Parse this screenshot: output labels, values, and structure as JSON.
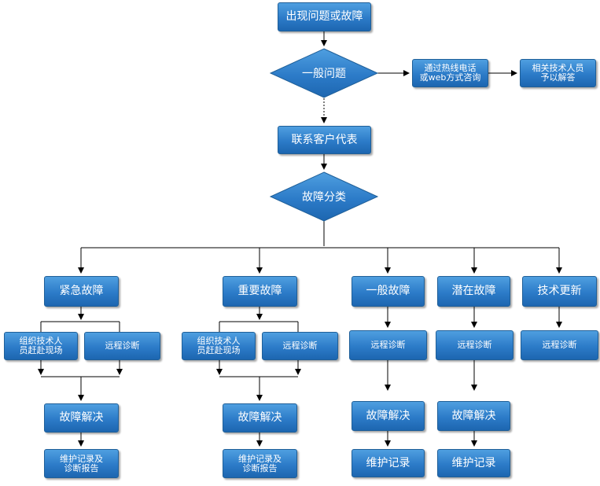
{
  "nodes": {
    "start": "出现问题或故障",
    "general_question": "一般问题",
    "hotline_web": "通过热线电话\n或web方式咨询",
    "tech_staff_answer": "相关技术人员\n予以解答",
    "contact_rep": "联系客户代表",
    "fault_classify": "故障分类"
  },
  "categories": [
    {
      "label": "紧急故障",
      "onsite": "组织技术人\n员赶赴现场",
      "remote": "远程诊断",
      "resolve": "故障解决",
      "record": "维护记录及\n诊断报告"
    },
    {
      "label": "重要故障",
      "onsite": "组织技术人\n员赶赴现场",
      "remote": "远程诊断",
      "resolve": "故障解决",
      "record": "维护记录及\n诊断报告"
    },
    {
      "label": "一般故障",
      "remote": "远程诊断",
      "resolve": "故障解决",
      "record": "维护记录"
    },
    {
      "label": "潜在故障",
      "remote": "远程诊断",
      "resolve": "故障解决",
      "record": "维护记录"
    },
    {
      "label": "技术更新",
      "remote": "远程诊断"
    }
  ]
}
